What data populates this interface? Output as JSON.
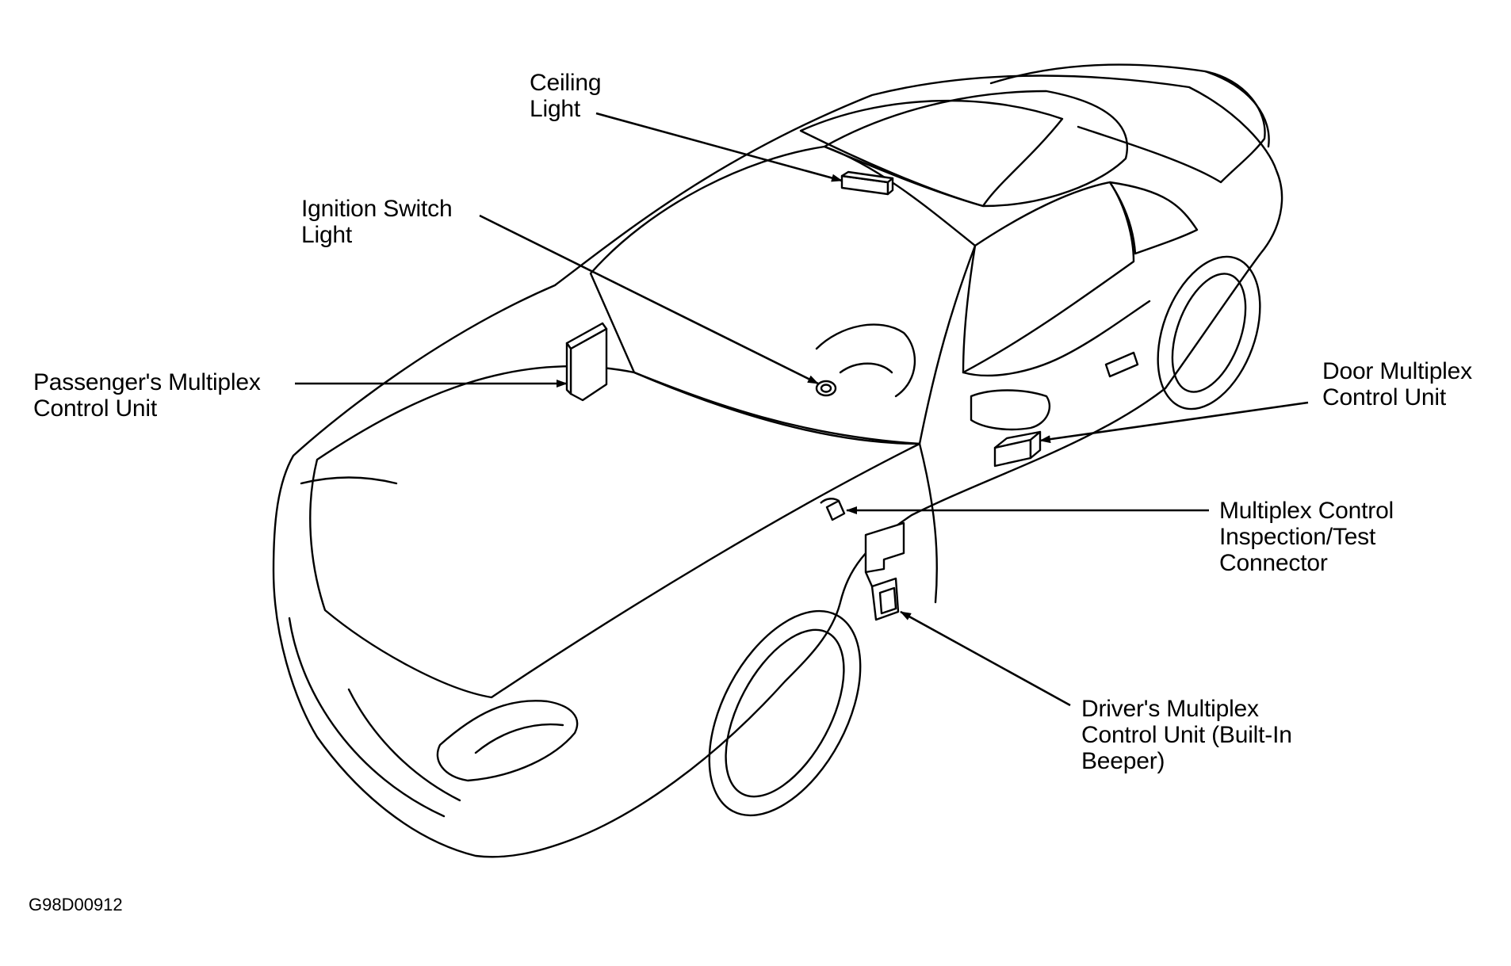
{
  "figure_code": "G98D00912",
  "labels": {
    "ceiling_light": [
      "Ceiling",
      "Light"
    ],
    "ignition_switch_light": [
      "Ignition Switch",
      "Light"
    ],
    "passengers_mcu": [
      "Passenger's Multiplex",
      "Control Unit"
    ],
    "door_mcu": [
      "Door Multiplex",
      "Control Unit"
    ],
    "inspection_connector": [
      "Multiplex Control",
      "Inspection/Test",
      "Connector"
    ],
    "drivers_mcu": [
      "Driver's Multiplex",
      "Control Unit (Built-In",
      "Beeper)"
    ]
  },
  "colors": {
    "line": "#000000",
    "background": "#ffffff"
  }
}
